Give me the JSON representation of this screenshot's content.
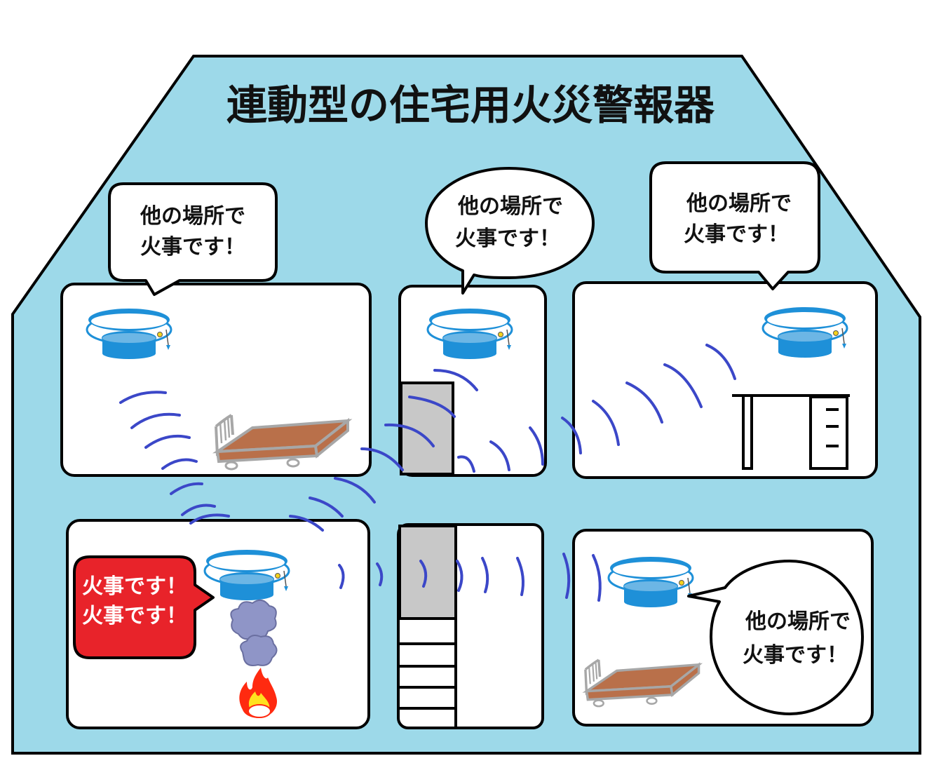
{
  "title": "連動型の住宅用火災警報器",
  "colors": {
    "house": "#9dd9e9",
    "detector_blue": "#1e90d8",
    "wave": "#3b47c8",
    "alarm_bubble": "#e8232a",
    "bed_wood": "#b9704a",
    "smoke": "#8f95c7",
    "flame": "#ff2a10"
  },
  "bubbles": {
    "room_top_left": {
      "line1": "他の場所で",
      "line2": "火事です！"
    },
    "room_top_middle": {
      "line1": "他の場所で",
      "line2": "火事です！"
    },
    "room_top_right": {
      "line1": "他の場所で",
      "line2": "火事です！"
    },
    "room_bottom_right": {
      "line1": "他の場所で",
      "line2": "火事です！"
    },
    "room_bottom_left_alarm": {
      "line1": "火事です！",
      "line2": "火事です！"
    }
  },
  "icons": [
    "smoke-detector-icon",
    "bed-icon",
    "desk-icon",
    "door-icon",
    "stairs-icon",
    "smoke-icon",
    "fire-icon",
    "signal-wave-icon"
  ]
}
